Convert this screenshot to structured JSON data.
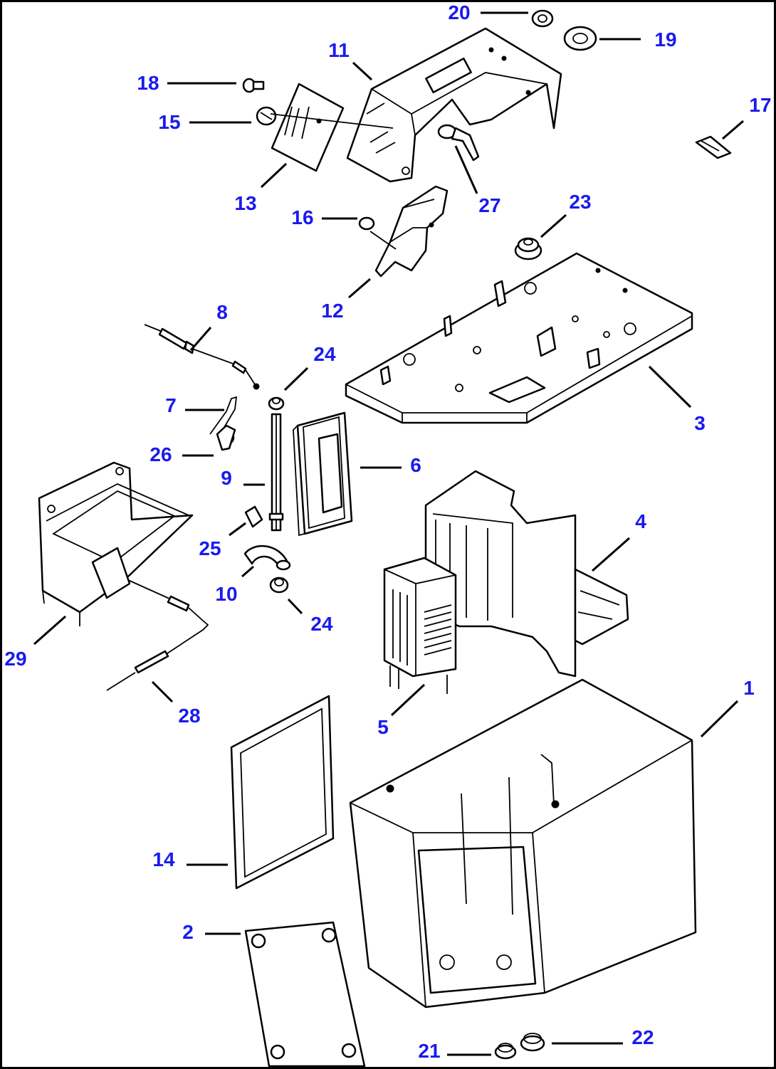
{
  "callouts": [
    {
      "id": "c20",
      "label": "20"
    },
    {
      "id": "c19",
      "label": "19"
    },
    {
      "id": "c11",
      "label": "11"
    },
    {
      "id": "c18",
      "label": "18"
    },
    {
      "id": "c17",
      "label": "17"
    },
    {
      "id": "c15",
      "label": "15"
    },
    {
      "id": "c13",
      "label": "13"
    },
    {
      "id": "c27",
      "label": "27"
    },
    {
      "id": "c23",
      "label": "23"
    },
    {
      "id": "c16",
      "label": "16"
    },
    {
      "id": "c12",
      "label": "12"
    },
    {
      "id": "c8",
      "label": "8"
    },
    {
      "id": "c24a",
      "label": "24"
    },
    {
      "id": "c3",
      "label": "3"
    },
    {
      "id": "c7",
      "label": "7"
    },
    {
      "id": "c26",
      "label": "26"
    },
    {
      "id": "c6",
      "label": "6"
    },
    {
      "id": "c9",
      "label": "9"
    },
    {
      "id": "c4",
      "label": "4"
    },
    {
      "id": "c25",
      "label": "25"
    },
    {
      "id": "c10",
      "label": "10"
    },
    {
      "id": "c24b",
      "label": "24"
    },
    {
      "id": "c29",
      "label": "29"
    },
    {
      "id": "c28",
      "label": "28"
    },
    {
      "id": "c5",
      "label": "5"
    },
    {
      "id": "c1",
      "label": "1"
    },
    {
      "id": "c14",
      "label": "14"
    },
    {
      "id": "c2",
      "label": "2"
    },
    {
      "id": "c21",
      "label": "21"
    },
    {
      "id": "c22",
      "label": "22"
    }
  ],
  "colors": {
    "callout": "#1a1aee",
    "line": "#000000",
    "background": "#ffffff"
  }
}
